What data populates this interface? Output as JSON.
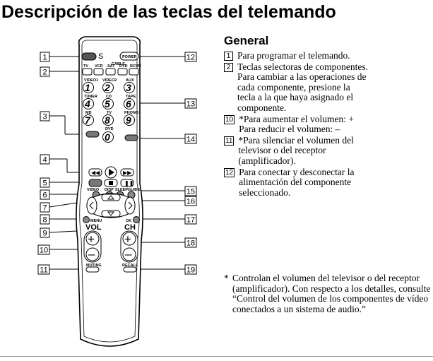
{
  "page": {
    "title": "Descripción de las teclas del telemando",
    "section_title": "General"
  },
  "descriptions": [
    {
      "num": "1",
      "text": "Para programar el telemando."
    },
    {
      "num": "2",
      "text": "Teclas selectoras de componentes.\nPara cambiar a las operaciones de\ncada componente, presione la\ntecla a la que haya asignado el\ncomponente."
    },
    {
      "num": "10",
      "text": "*Para aumentar el volumen: +\nPara reducir el volumen: –"
    },
    {
      "num": "11",
      "text": "*Para silenciar el volumen del\ntelevisor o del receptor\n(amplificador)."
    },
    {
      "num": "12",
      "text": "Para conectar y desconectar la\nalimentación del componente\nseleccionado."
    }
  ],
  "footnote": {
    "mark": "*",
    "text": "Controlan el volumen del televisor o del receptor (amplificador). Con respecto a los detalles, consulte “Control del volumen de los componentes de vídeo conectados a un sistema de audio.”"
  },
  "remote": {
    "callouts_left": [
      "1",
      "2",
      "3",
      "4",
      "5",
      "6",
      "7",
      "8",
      "9",
      "10",
      "11"
    ],
    "callouts_right": [
      "12",
      "13",
      "14",
      "15",
      "16",
      "17",
      "18",
      "19"
    ],
    "top_labels": {
      "s": "S",
      "power": "POWER"
    },
    "component_keys": [
      "TV",
      "VCR",
      "SAT",
      "DVD",
      "RCVR"
    ],
    "cable_label": "CABLE",
    "aux_labels": [
      "VIDEO1",
      "VIDEO2",
      "AUX",
      "TUNER",
      "CD",
      "TAPE",
      "MD",
      "TV",
      "PHONO",
      "DVD"
    ],
    "digits": [
      "1",
      "2",
      "3",
      "4",
      "5",
      "6",
      "7",
      "8",
      "9",
      "0"
    ],
    "labels": {
      "video": "VIDEO",
      "disp": "DISP",
      "sleep": "SLEEP",
      "guide": "GUIDE",
      "menu": "MENU",
      "ok": "OK",
      "vol": "VOL",
      "ch": "CH",
      "muting": "MUTING",
      "recall": "RECALL",
      "plus": "+",
      "minus": "–"
    }
  }
}
